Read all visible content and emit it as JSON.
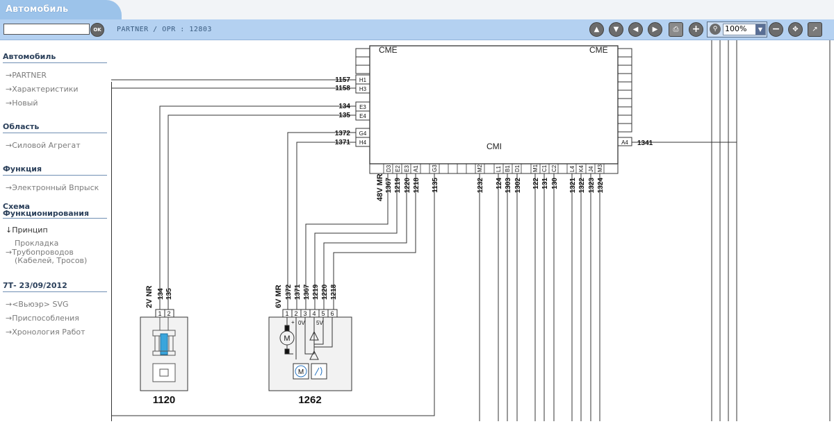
{
  "tab": {
    "title": "Автомобиль"
  },
  "toolbar": {
    "search_value": "",
    "ok_label": "OK",
    "breadcrumb": "PARTNER / OPR : 12803",
    "zoom": "100%"
  },
  "sidebar": {
    "sections": [
      {
        "title": "Автомобиль",
        "items": [
          "→PARTNER",
          "→Характеристики",
          "→Новый"
        ]
      },
      {
        "title": "Область",
        "items": [
          "→Силовой Агрегат"
        ]
      },
      {
        "title": "Функция",
        "items": [
          "→Электронный Впрыск"
        ]
      },
      {
        "title_l1": "Схема",
        "title_l2": "Функционирования",
        "items": [
          "↓Принцип"
        ],
        "sub_l1": "Прокладка",
        "sub_l2": "→Трубопроводов",
        "sub_l3": "(Кабелей, Тросов)"
      },
      {
        "title": "7Т- 23/09/2012",
        "items": [
          "→<Вьюэр> SVG",
          "→Приспособления",
          "→Хронология Работ"
        ]
      }
    ]
  },
  "diagram": {
    "cmi_label": "CMI",
    "cme_left": "CME",
    "cme_right": "CME",
    "left_wires": [
      {
        "num": "1157",
        "pin": "H1"
      },
      {
        "num": "1158",
        "pin": "H3"
      },
      {
        "num": "134",
        "pin": "E3"
      },
      {
        "num": "135",
        "pin": "E4"
      },
      {
        "num": "1372",
        "pin": "G4"
      },
      {
        "num": "1371",
        "pin": "H4"
      }
    ],
    "right_wire": {
      "num": "1341",
      "pin": "A4"
    },
    "bottom_pins": [
      "D3",
      "E2",
      "E3",
      "A1",
      "G3",
      "",
      "",
      "",
      "M2",
      "",
      "L1",
      "B1",
      "D1",
      "",
      "M1",
      "C1",
      "C2",
      "",
      "L4",
      "K4",
      "J4",
      "M3"
    ],
    "connector_label": "48V MR",
    "bottom_wires": [
      "1367",
      "1219",
      "1220",
      "1218",
      "1135",
      "1232",
      "124",
      "1303",
      "1302",
      "122",
      "131",
      "130",
      "1321",
      "1322",
      "1323",
      "1324"
    ],
    "comp1120": {
      "id": "1120",
      "connector": "2V NR",
      "wires": [
        "134",
        "135"
      ],
      "pins": [
        "1",
        "2"
      ]
    },
    "comp1262": {
      "id": "1262",
      "connector": "6V MR",
      "wires": [
        "1372",
        "1371",
        "1367",
        "1219",
        "1220",
        "1218"
      ],
      "pins": [
        "1",
        "2",
        "3",
        "4",
        "5",
        "6"
      ],
      "label_0v": "0V",
      "label_5v": "5V",
      "plus": "+",
      "motor": "M"
    }
  }
}
